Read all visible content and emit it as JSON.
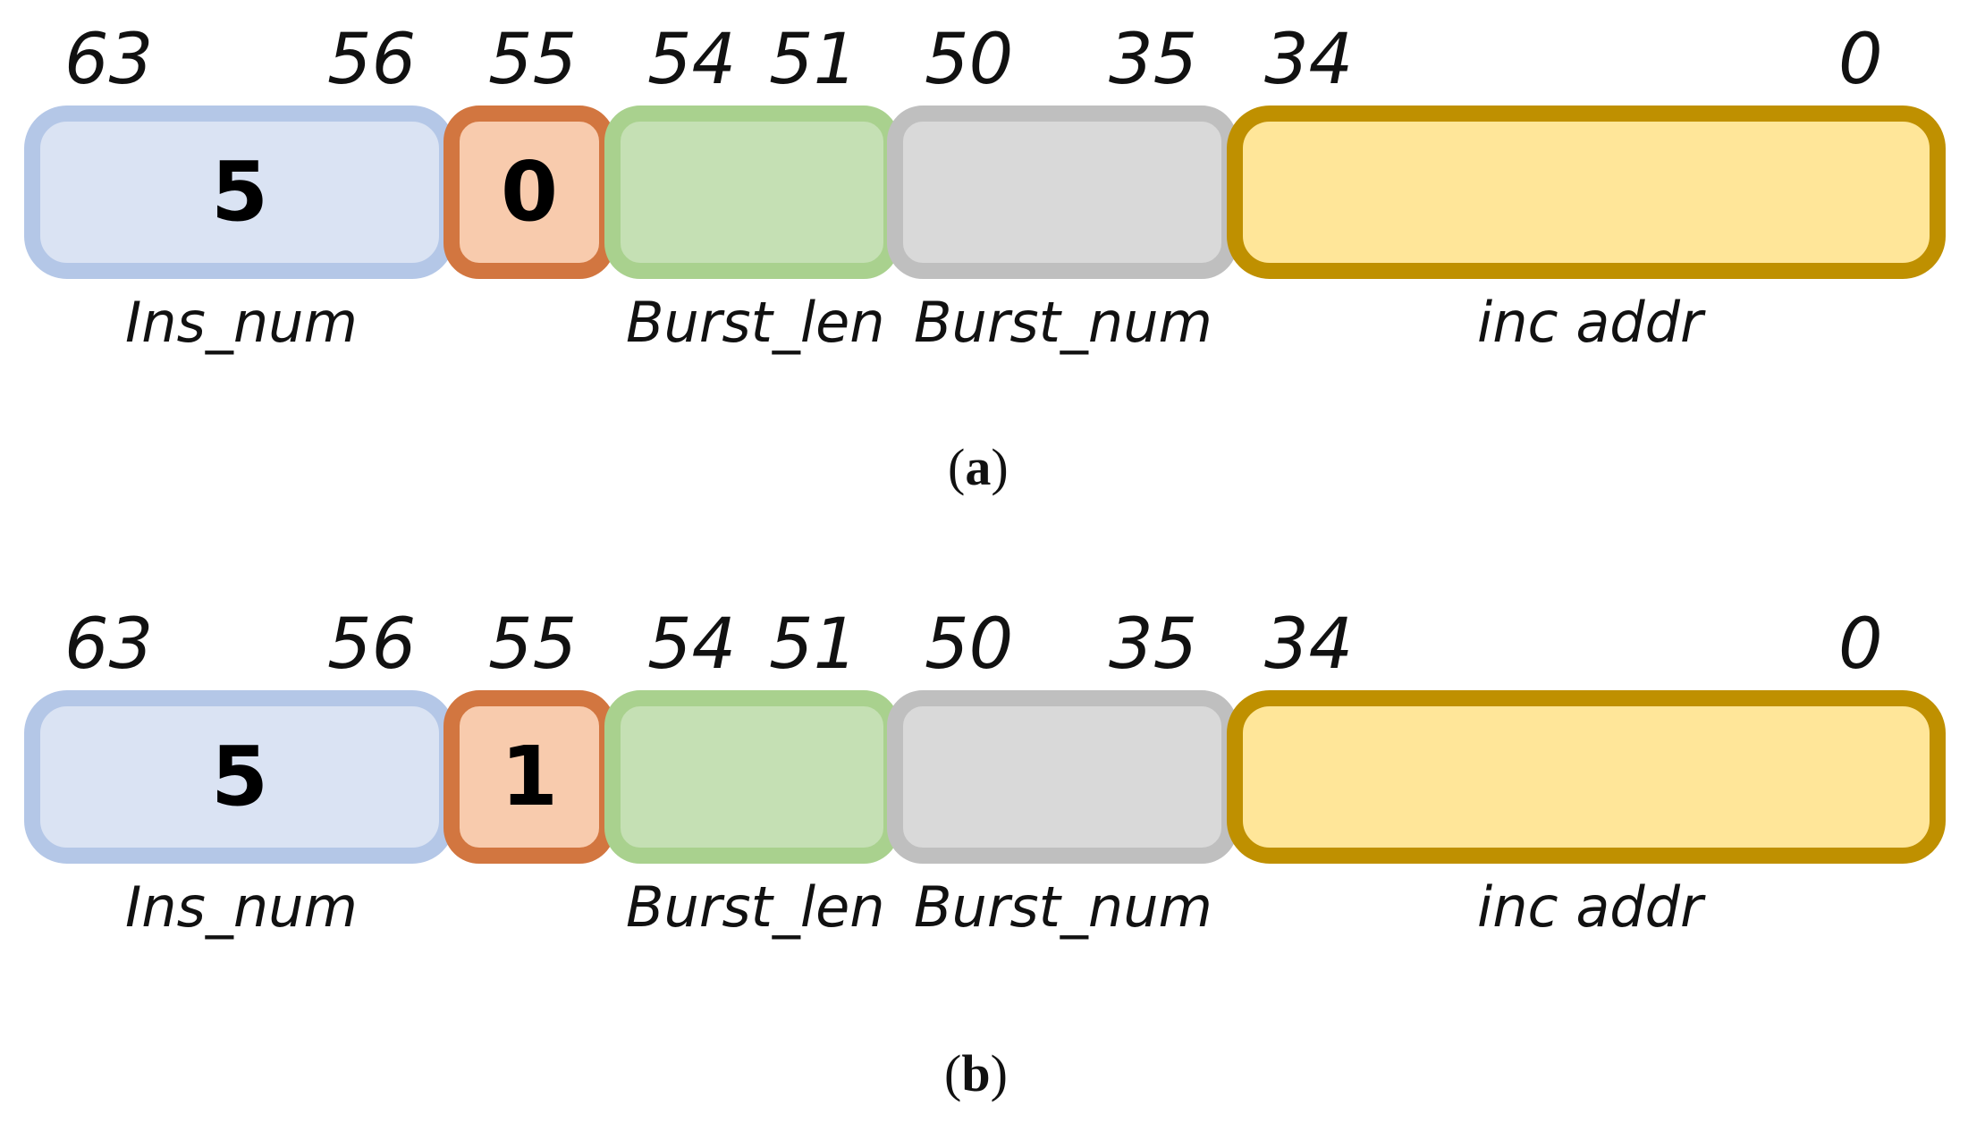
{
  "diagrams": [
    {
      "bits": [
        "63",
        "56",
        "55",
        "54",
        "51",
        "50",
        "35",
        "34",
        "0"
      ],
      "fields": [
        {
          "value": "5",
          "label": "Ins_num"
        },
        {
          "value": "0",
          "label": ""
        },
        {
          "value": "",
          "label": "Burst_len"
        },
        {
          "value": "",
          "label": "Burst_num"
        },
        {
          "value": "",
          "label": "inc addr"
        }
      ],
      "caption": {
        "open": "(",
        "letter": "a",
        "close": ")"
      }
    },
    {
      "bits": [
        "63",
        "56",
        "55",
        "54",
        "51",
        "50",
        "35",
        "34",
        "0"
      ],
      "fields": [
        {
          "value": "5",
          "label": "Ins_num"
        },
        {
          "value": "1",
          "label": ""
        },
        {
          "value": "",
          "label": "Burst_len"
        },
        {
          "value": "",
          "label": "Burst_num"
        },
        {
          "value": "",
          "label": "inc addr"
        }
      ],
      "caption": {
        "open": "(",
        "letter": "b",
        "close": ")"
      }
    }
  ],
  "colors": {
    "ins_num_fill": "#dae3f3",
    "ins_num_border": "#b4c7e7",
    "flag_fill": "#f8cbad",
    "flag_border": "#d27640",
    "burst_len_fill": "#c5e0b4",
    "burst_len_border": "#a9d18e",
    "burst_num_fill": "#d9d9d9",
    "burst_num_border": "#bfbfbf",
    "inc_addr_fill": "#ffe699",
    "inc_addr_border": "#bf9000"
  }
}
